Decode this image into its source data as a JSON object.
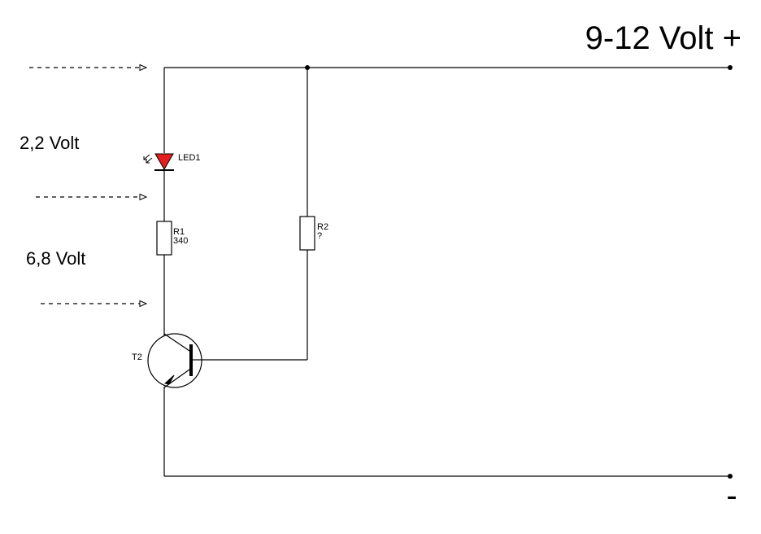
{
  "labels": {
    "supply_positive": "9-12 Volt +",
    "supply_negative": "-",
    "led_drop": "2,2 Volt",
    "resistor_drop": "6,8 Volt"
  },
  "components": {
    "led": {
      "ref": "LED1",
      "color": "#e41e1e"
    },
    "r1": {
      "ref": "R1",
      "value": "340"
    },
    "r2": {
      "ref": "R2",
      "value": "?"
    },
    "transistor": {
      "ref": "T2"
    }
  }
}
